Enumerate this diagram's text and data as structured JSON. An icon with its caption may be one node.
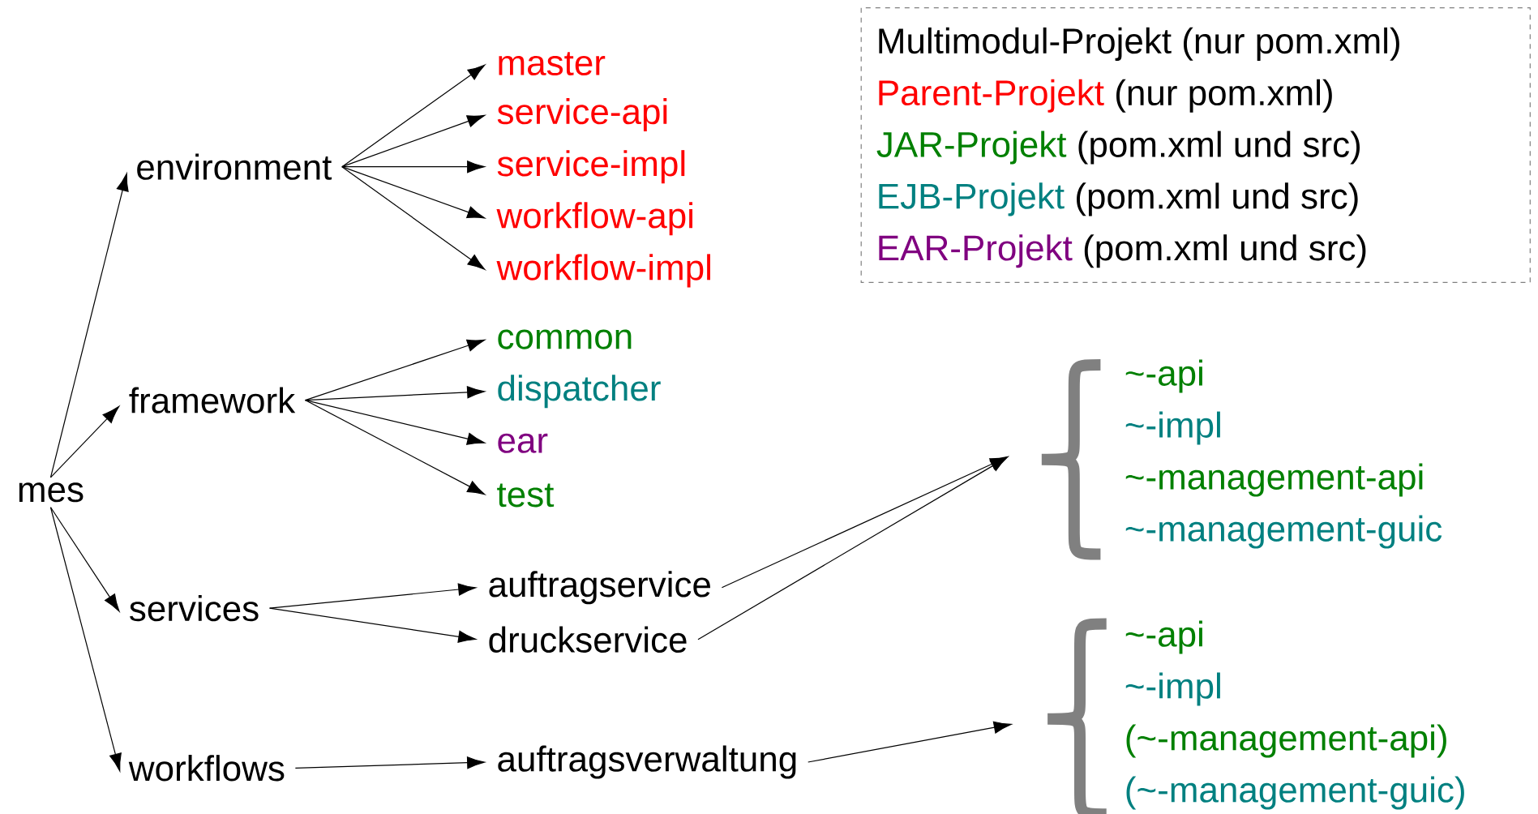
{
  "diagram": {
    "nodes": [
      {
        "text": [
          "mes"
        ]
      },
      {
        "text": [
          "environment"
        ]
      },
      {
        "text": [
          "framework"
        ]
      },
      {
        "text": [
          "services"
        ]
      },
      {
        "text": [
          "workflows"
        ]
      },
      {
        "text": [
          "master"
        ]
      },
      {
        "text": [
          "service-api"
        ]
      },
      {
        "text": [
          "service-impl"
        ]
      },
      {
        "text": [
          "workflow-api"
        ]
      },
      {
        "text": [
          "workflow-impl"
        ]
      },
      {
        "text": [
          "common"
        ]
      },
      {
        "text": [
          "dispatcher"
        ]
      },
      {
        "text": [
          "ear"
        ]
      },
      {
        "text": [
          "test"
        ]
      },
      {
        "text": [
          "auftragservice"
        ]
      },
      {
        "text": [
          "druckservice"
        ]
      },
      {
        "text": [
          "auftragsverwaltung"
        ]
      },
      {
        "text": [
          "~-api",
          "~-impl",
          "~-management-api",
          "~-management-guic"
        ]
      },
      {
        "text": [
          "~-api",
          "~-impl",
          "(~-management-api)",
          "(~-management-guic)"
        ]
      }
    ],
    "edges": [
      {
        "from": 0,
        "to": 1,
        "arrow": "to"
      },
      {
        "from": 0,
        "to": 2,
        "arrow": "to"
      },
      {
        "from": 0,
        "to": 3,
        "arrow": "to"
      },
      {
        "from": 0,
        "to": 4,
        "arrow": "to"
      },
      {
        "from": 1,
        "to": 5,
        "arrow": "to"
      },
      {
        "from": 1,
        "to": 6,
        "arrow": "to"
      },
      {
        "from": 1,
        "to": 7,
        "arrow": "to"
      },
      {
        "from": 1,
        "to": 8,
        "arrow": "to"
      },
      {
        "from": 1,
        "to": 9,
        "arrow": "to"
      },
      {
        "from": 2,
        "to": 10,
        "arrow": "to"
      },
      {
        "from": 2,
        "to": 11,
        "arrow": "to"
      },
      {
        "from": 2,
        "to": 12,
        "arrow": "to"
      },
      {
        "from": 2,
        "to": 13,
        "arrow": "to"
      },
      {
        "from": 3,
        "to": 14,
        "arrow": "to"
      },
      {
        "from": 3,
        "to": 15,
        "arrow": "to"
      },
      {
        "from": 4,
        "to": 16,
        "arrow": "to"
      },
      {
        "from": 14,
        "to": 17,
        "arrow": "to"
      },
      {
        "from": 15,
        "to": 17,
        "arrow": "to"
      },
      {
        "from": 16,
        "to": 18,
        "arrow": "to"
      }
    ],
    "labels": [
      "(nur pom.xml)",
      "(pom.xml und src)",
      "(pom.xml und src)",
      "(pom.xml und src)"
    ],
    "legend": [
      {
        "text": "Multimodul-Projekt (nur pom.xml)",
        "color": "#000000"
      },
      {
        "text": "Parent-Projekt",
        "color": "#ff0000"
      },
      {
        "text": "JAR-Projekt",
        "color": "#008000"
      },
      {
        "text": "EJB-Projekt",
        "color": "#008080"
      },
      {
        "text": "EAR-Projekt",
        "color": "#800080"
      }
    ]
  }
}
